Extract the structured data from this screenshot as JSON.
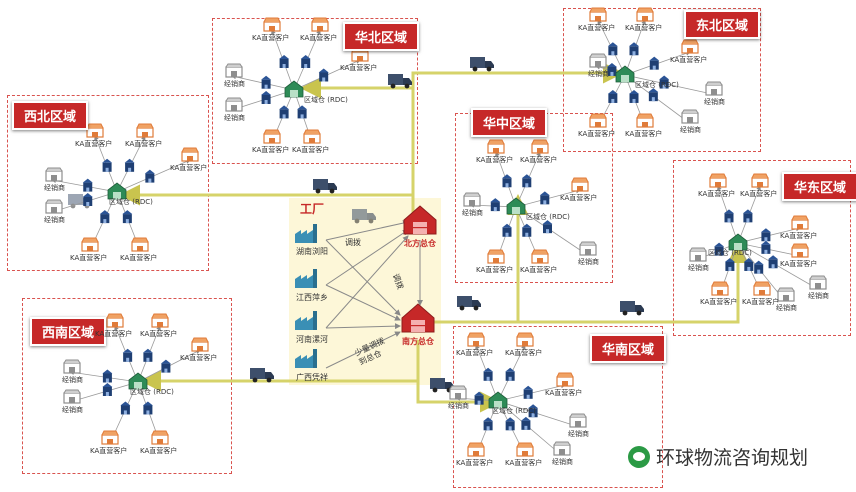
{
  "regions": {
    "north": "华北区域",
    "northeast": "东北区域",
    "northwest": "西北区域",
    "central": "华中区域",
    "east": "华东区域",
    "southwest": "西南区域",
    "south": "华南区域"
  },
  "factory": {
    "title": "工厂",
    "plants": [
      "湖南浏阳",
      "江西萍乡",
      "河南漯河",
      "广西凭祥"
    ]
  },
  "hubs": {
    "north": "北方总仓",
    "south": "南方总仓"
  },
  "flows": {
    "transfer_top": "调拨",
    "transfer_mid": "调拨",
    "small_transfer": "少量调拨\n到总仓"
  },
  "labels": {
    "ka": "KA直营客户",
    "dealer": "经销商",
    "rdc": "区域仓\n(RDC)"
  },
  "brand": {
    "text": "环球物流咨询规划",
    "logo_icon": "wechat-icon"
  },
  "colors": {
    "accent": "#c62828",
    "route": "#d6d36a",
    "factory_bg": "#fdf7d8",
    "warehouse": "#2e8b57"
  }
}
